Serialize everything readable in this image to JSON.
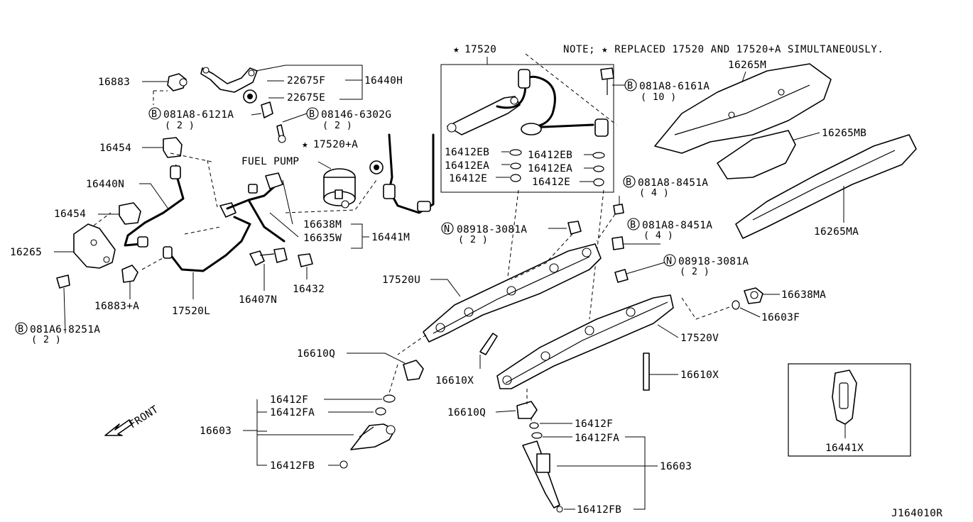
{
  "note": "NOTE; ★ REPLACED 17520 AND 17520+A SIMULTANEOUSLY.",
  "diagram_id": "J164010R",
  "fuel_pump_label": "FUEL PUMP",
  "labels": {
    "p16883": "16883",
    "p22675F": "22675F",
    "p16440H": "16440H",
    "p22675E": "22675E",
    "b081A8_6121A": "081A8-6121A",
    "q2_a": "( 2 )",
    "b08146_6302G": "08146-6302G",
    "q2_b": "( 2 )",
    "p16454_a": "16454",
    "p17520A": "17520+A",
    "p16440N": "16440N",
    "p16454_b": "16454",
    "p16265": "16265",
    "p16638M": "16638M",
    "p16635W": "16635W",
    "p16441M": "16441M",
    "p16883A": "16883+A",
    "p17520L": "17520L",
    "p16407N": "16407N",
    "p16432": "16432",
    "b081A6_8251A": "081A6-8251A",
    "q2_c": "( 2 )",
    "p17520": "17520",
    "p16412EB_a": "16412EB",
    "p16412EA_a": "16412EA",
    "p16412E_a": "16412E",
    "p16412EB_b": "16412EB",
    "p16412EA_b": "16412EA",
    "p16412E_b": "16412E",
    "b081A8_6161A": "081A8-6161A",
    "q10": "( 10 )",
    "p16265M": "16265M",
    "p16265MB": "16265MB",
    "p16265MA": "16265MA",
    "b081A8_8451A_a": "081A8-8451A",
    "q4_a": "( 4 )",
    "b081A8_8451A_b": "081A8-8451A",
    "q4_b": "( 4 )",
    "n08918_3081A_a": "08918-3081A",
    "q2_d": "( 2 )",
    "n08918_3081A_b": "08918-3081A",
    "q2_e": "( 2 )",
    "p17520U": "17520U",
    "p16638MA": "16638MA",
    "p16603F": "16603F",
    "p17520V": "17520V",
    "p16610Q_a": "16610Q",
    "p16610X_a": "16610X",
    "p16610X_b": "16610X",
    "p16610Q_b": "16610Q",
    "p16412F_a": "16412F",
    "p16412FA_a": "16412FA",
    "p16603_a": "16603",
    "p16412FB_a": "16412FB",
    "p16412F_b": "16412F",
    "p16412FA_b": "16412FA",
    "p16603_b": "16603",
    "p16412FB_b": "16412FB",
    "p16441X": "16441X",
    "front": "FRONT",
    "bolt_b": "B",
    "nut_n": "N",
    "star": "★"
  }
}
